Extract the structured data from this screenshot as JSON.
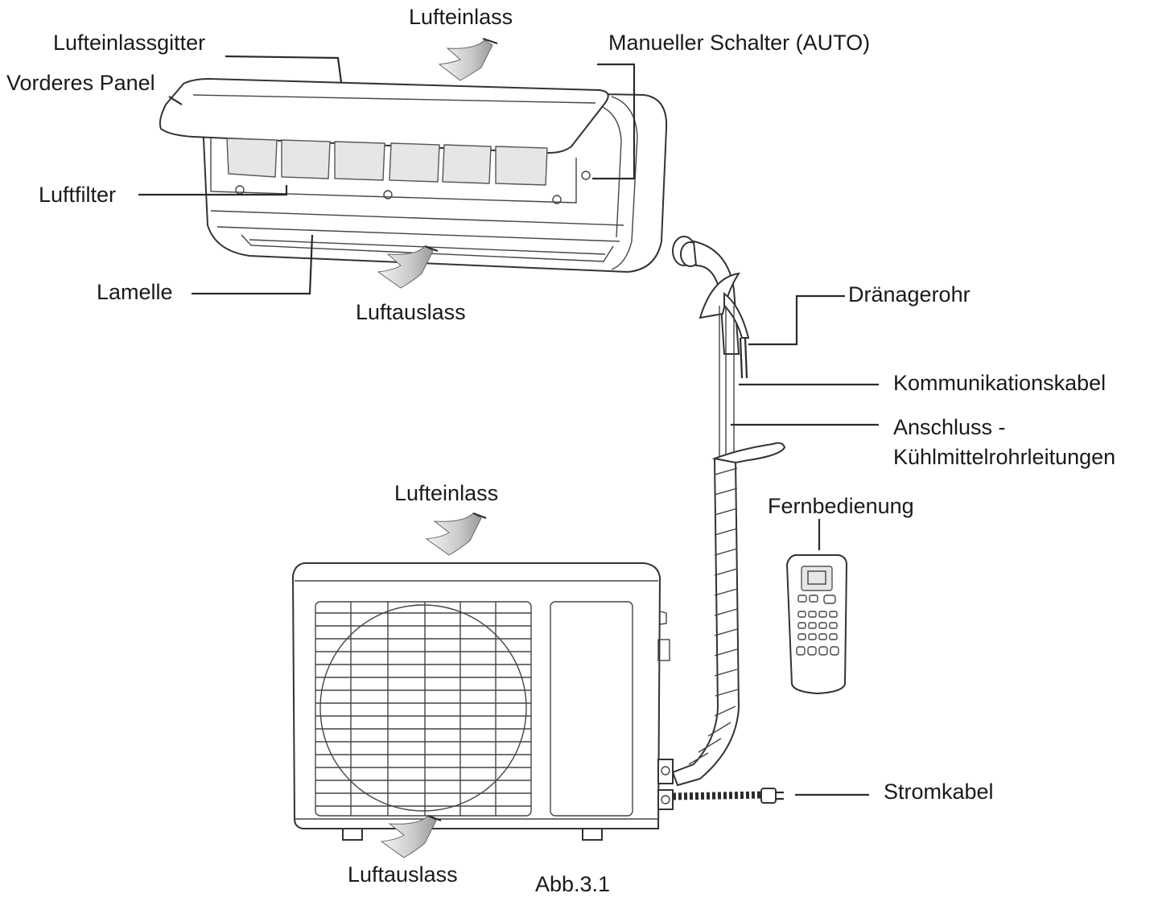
{
  "labels": {
    "air_inlet_top": "Lufteinlass",
    "air_inlet_grille": "Lufteinlassgitter",
    "front_panel": "Vorderes Panel",
    "manual_switch": "Manueller Schalter (AUTO)",
    "air_filter": "Luftfilter",
    "louver": "Lamelle",
    "air_outlet_indoor": "Luftauslass",
    "drain_pipe": "Dränagerohr",
    "communication_cable": "Kommunikationskabel",
    "refrigerant_line_1": "Anschluss -",
    "refrigerant_line_2": "Kühlmittelrohrleitungen",
    "air_inlet_outdoor": "Lufteinlass",
    "remote_control": "Fernbedienung",
    "power_cable": "Stromkabel",
    "air_outlet_outdoor": "Luftauslass",
    "figure_caption": "Abb.3.1"
  },
  "colors": {
    "line": "#2b2b2b",
    "arrow_fill": "#cfcfcf",
    "text": "#1a1a1a"
  }
}
